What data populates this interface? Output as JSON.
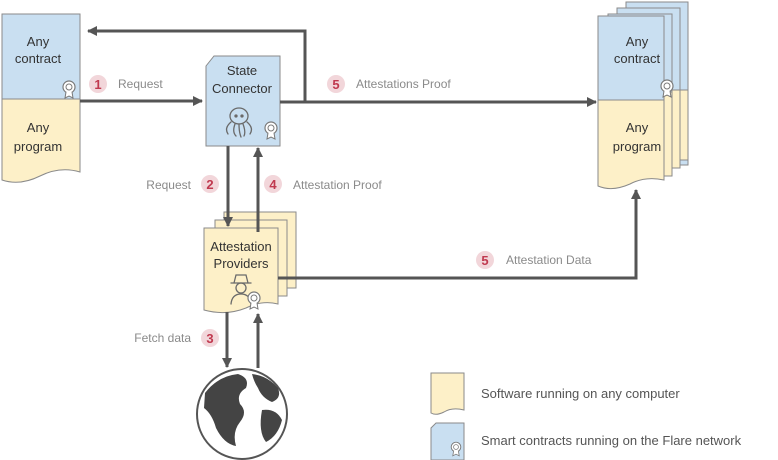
{
  "colors": {
    "contract_fill": "#c9dff1",
    "program_fill": "#fdf0c8",
    "stroke": "#8a8a8a",
    "arrow": "#555555",
    "badge_fill": "#f2d6da",
    "badge_text": "#c0394f",
    "label_text": "#8a8a8a"
  },
  "left_doc": {
    "contract": [
      "Any",
      "contract"
    ],
    "program": [
      "Any",
      "program"
    ]
  },
  "right_doc": {
    "contract": [
      "Any",
      "contract"
    ],
    "program": [
      "Any",
      "program"
    ]
  },
  "state_connector": [
    "State",
    "Connector"
  ],
  "attestation_providers": [
    "Attestation",
    "Providers"
  ],
  "steps": [
    {
      "num": "1",
      "label": "Request"
    },
    {
      "num": "2",
      "label": "Request"
    },
    {
      "num": "3",
      "label": "Fetch data"
    },
    {
      "num": "4",
      "label": "Attestation Proof"
    },
    {
      "num": "5",
      "label": "Attestations Proof"
    },
    {
      "num": "5",
      "label": "Attestation Data"
    }
  ],
  "legend": {
    "software": "Software running on any computer",
    "smart_contracts": "Smart contracts running on the Flare network"
  },
  "icons": [
    "certificate-icon",
    "octopus-icon",
    "detective-icon",
    "globe-icon"
  ]
}
